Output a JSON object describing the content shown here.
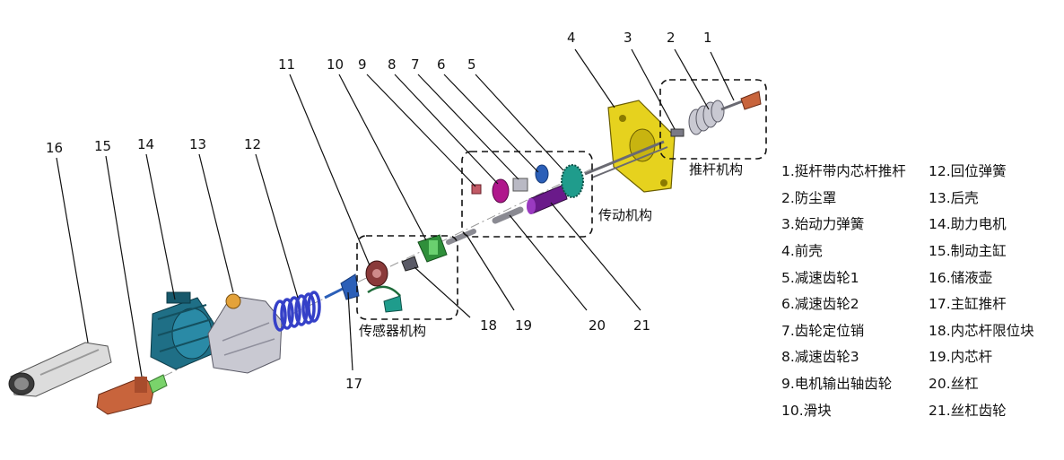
{
  "callouts": [
    "1",
    "2",
    "3",
    "4",
    "5",
    "6",
    "7",
    "8",
    "9",
    "10",
    "11",
    "12",
    "13",
    "14",
    "15",
    "16",
    "17",
    "18",
    "19",
    "20",
    "21"
  ],
  "groups": {
    "push_rod": "推杆机构",
    "transmission": "传动机构",
    "sensor": "传感器机构"
  },
  "legend_left": [
    "1.挺杆带内芯杆推杆",
    "2.防尘罩",
    "3.始动力弹簧",
    "4.前壳",
    "5.减速齿轮1",
    "6.减速齿轮2",
    "7.齿轮定位销",
    "8.减速齿轮3",
    "9.电机输出轴齿轮",
    "10.滑块"
  ],
  "legend_right": [
    "12.回位弹簧",
    "13.后壳",
    "14.助力电机",
    "15.制动主缸",
    "16.储液壶",
    "17.主缸推杆",
    "18.内芯杆限位块",
    "19.内芯杆",
    "20.丝杠",
    "21.丝杠齿轮"
  ],
  "colors": {
    "housing_yellow": "#e6d21e",
    "gear_magenta": "#b0178c",
    "gear_teal": "#1f9c8c",
    "gear_blue": "#2b5fb8",
    "spring_blue": "#3540c8",
    "motor_teal": "#1f6f86",
    "cylinder_orange": "#c8643c",
    "rear_housing_grey": "#c9c9d2",
    "reservoir_grey": "#dcdcdc"
  }
}
